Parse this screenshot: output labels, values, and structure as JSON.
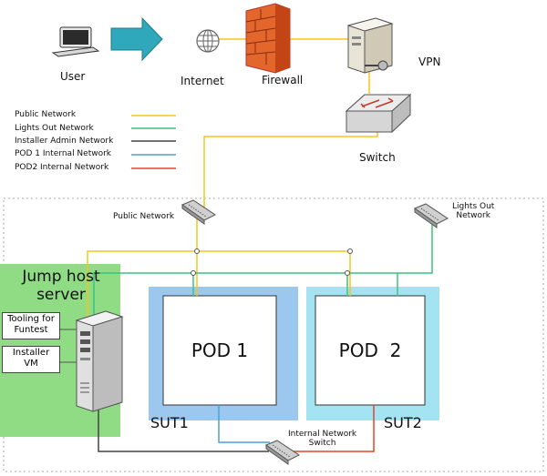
{
  "top_labels": {
    "user": "User",
    "internet": "Internet",
    "firewall": "Firewall",
    "vpn": "VPN",
    "switch": "Switch"
  },
  "legend": [
    {
      "label": "Public Network",
      "color": "#f5c518"
    },
    {
      "label": "Lights Out Network",
      "color": "#3cc47a"
    },
    {
      "label": "Installer Admin Network",
      "color": "#444444"
    },
    {
      "label": "POD 1 Internal Network",
      "color": "#4a9fd6"
    },
    {
      "label": "POD2 Internal Network",
      "color": "#e8412a"
    }
  ],
  "switches": {
    "public_network": "Public Network",
    "lights_out_line1": "Lights Out",
    "lights_out_line2": "Network",
    "internal_line1": "Internal Network",
    "internal_line2": "Switch"
  },
  "jump_host": {
    "title_line1": "Jump host",
    "title_line2": "server",
    "tooling_line1": "Tooling for",
    "tooling_line2": "Funtest",
    "installer_line1": "Installer",
    "installer_line2": "VM"
  },
  "pods": {
    "pod1": "POD 1",
    "pod2": "POD  2",
    "sut1": "SUT1",
    "sut2": "SUT2"
  },
  "colors": {
    "public": "#f5c518",
    "lights_out": "#3cc47a",
    "admin": "#444444",
    "pod1_net": "#4a9fd6",
    "pod2_net": "#e8412a",
    "jump_bg": "#8fdc84",
    "sut1_bg": "#9cc8ef",
    "sut2_bg": "#a3e3f2"
  }
}
